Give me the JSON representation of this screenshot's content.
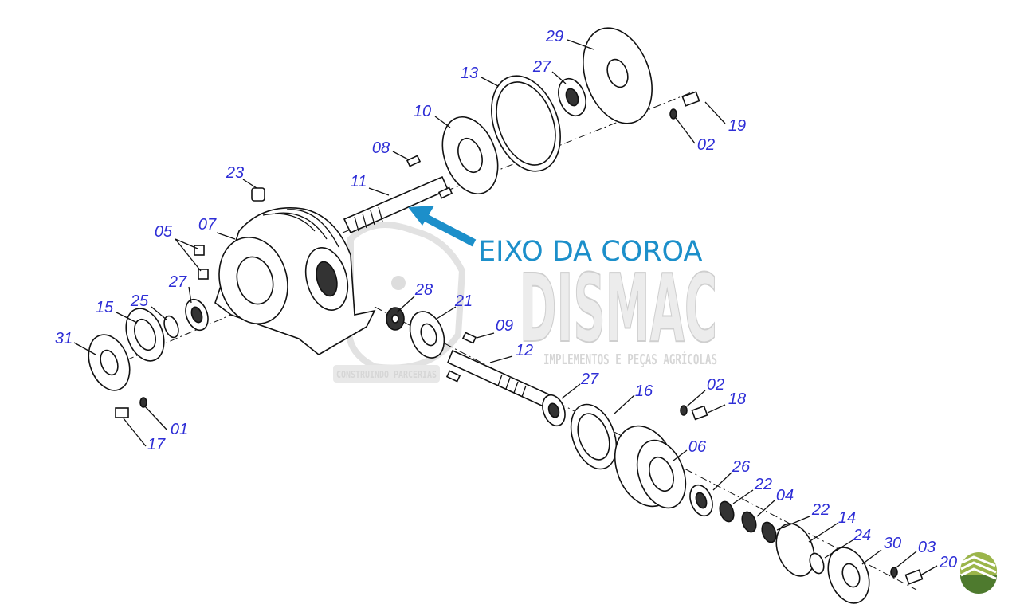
{
  "diagram": {
    "callout": "EIXO DA COROA",
    "watermark": {
      "brand": "DISMAC",
      "tagline": "IMPLEMENTOS E PEÇAS AGRÍCOLAS",
      "slogan": "CONSTRUINDO PARCERIAS"
    },
    "colors": {
      "label": "#2e2ed6",
      "callout": "#1c8fca",
      "logo_dark": "#4e7a2e",
      "logo_light": "#9bb54a"
    },
    "labels": [
      "29",
      "13",
      "27",
      "10",
      "08",
      "19",
      "02",
      "23",
      "11",
      "05",
      "07",
      "27",
      "28",
      "21",
      "15",
      "25",
      "09",
      "12",
      "31",
      "27",
      "16",
      "02",
      "18",
      "06",
      "26",
      "22",
      "04",
      "22",
      "14",
      "24",
      "30",
      "03",
      "20",
      "01",
      "17"
    ]
  }
}
